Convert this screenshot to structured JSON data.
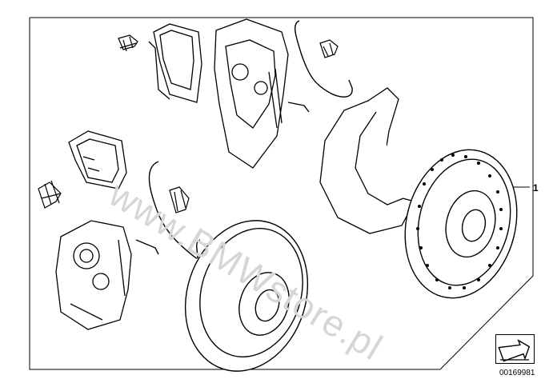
{
  "diagram": {
    "callout_label": "1",
    "part_number": "00169981",
    "watermark": "www.BMWstore.pl",
    "icons": [
      "brake-disc-icon",
      "brake-caliper-icon",
      "brake-pad-icon",
      "wear-sensor-icon",
      "retaining-clip-icon",
      "dust-shield-icon",
      "navigation-arrow-icon"
    ]
  }
}
